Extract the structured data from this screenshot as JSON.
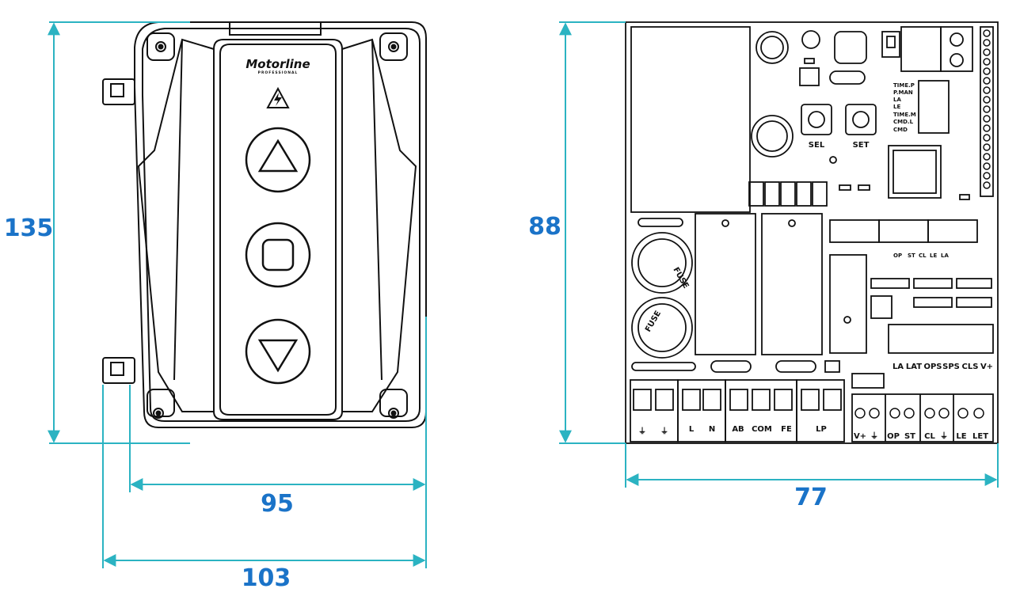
{
  "colors": {
    "dimension": "#1a73c8",
    "guide": "#2bb3c2",
    "outline": "#111111"
  },
  "enclosure": {
    "brand": "Motorline",
    "brand_sub": "PROFESSIONAL",
    "dimensions": {
      "height": "135",
      "inner_width": "95",
      "outer_width": "103"
    },
    "buttons": [
      "up-arrow-icon",
      "stop-square-icon",
      "down-arrow-icon"
    ],
    "warning_icon": "high-voltage-icon"
  },
  "board": {
    "dimensions": {
      "height": "88",
      "width": "77"
    },
    "buttons": {
      "sel": "SEL",
      "set": "SET"
    },
    "settings": [
      "TIME.P",
      "P.MAN",
      "LA",
      "LE",
      "TIME.M",
      "CMD.L",
      "CMD"
    ],
    "fuse_label": "FUSE",
    "led_row": [
      "OP",
      "ST",
      "CL",
      "LE",
      "LA"
    ],
    "jumper_labels": [
      "LA",
      "LAT",
      "OPS",
      "SPS",
      "CLS",
      "V+"
    ],
    "bottom_left_terminals": {
      "ground1": "⏚",
      "ground2": "⏚",
      "l": "L",
      "n": "N",
      "ab": "AB",
      "com": "COM",
      "fe": "FE",
      "lp": "LP"
    },
    "bottom_right_terminals": [
      "V+",
      "⏚",
      "OP",
      "ST",
      "CL",
      "⏚",
      "LE",
      "LET"
    ]
  }
}
